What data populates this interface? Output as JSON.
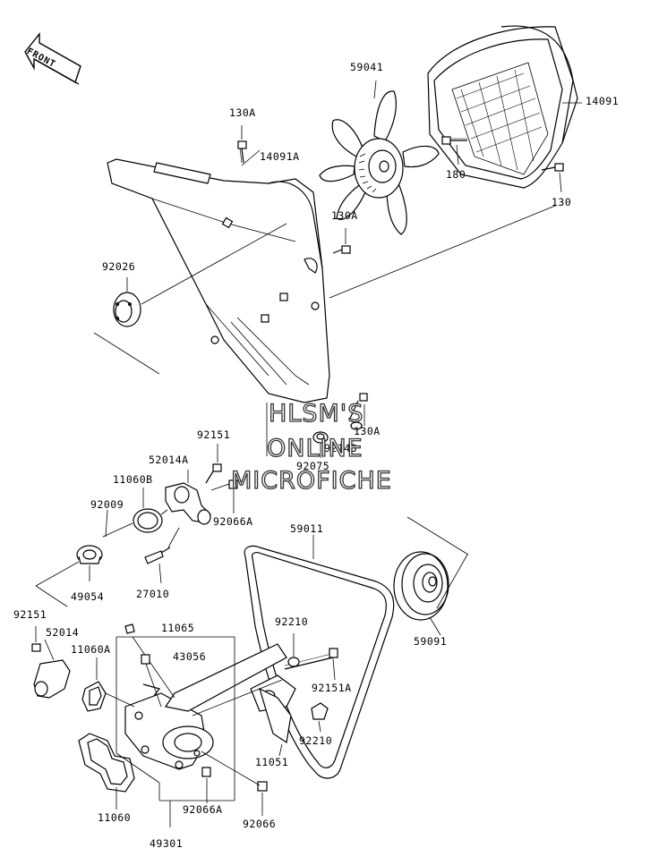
{
  "front_label": "FRONT",
  "watermark": {
    "line1": "HLSM'S",
    "line2": "ONLINE",
    "line3": "MICROFICHE"
  },
  "parts": {
    "p130A_top": "130A",
    "p14091A": "14091A",
    "p59041": "59041",
    "p14091": "14091",
    "p180": "180",
    "p130": "130",
    "p130A_mid": "130A",
    "p92026": "92026",
    "p130A_low": "130A",
    "p92143": "92143",
    "p92075": "92075",
    "p92151_a": "92151",
    "p52014A": "52014A",
    "p11060B": "11060B",
    "p92009": "92009",
    "p92066A_a": "92066A",
    "p49054": "49054",
    "p27010": "27010",
    "p59011": "59011",
    "p59091": "59091",
    "p92151_b": "92151",
    "p52014": "52014",
    "p11065": "11065",
    "p11060A": "11060A",
    "p43056": "43056",
    "p92210_a": "92210",
    "p92151A": "92151A",
    "p92210_b": "92210",
    "p11051": "11051",
    "p11060": "11060",
    "p92066A_b": "92066A",
    "p92066": "92066",
    "p49301": "49301"
  }
}
